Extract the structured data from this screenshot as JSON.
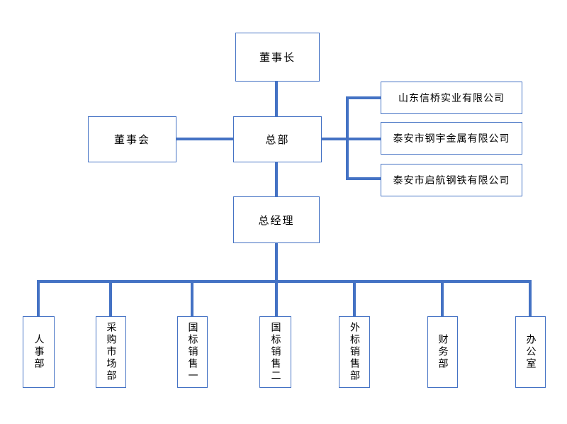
{
  "colors": {
    "accent": "#4472C4",
    "text": "#000000",
    "background": "#FFFFFF"
  },
  "org": {
    "chairman": "董事长",
    "board": "董事会",
    "headquarters": "总部",
    "general_manager": "总经理",
    "companies": [
      "山东信桥实业有限公司",
      "泰安市钢宇金属有限公司",
      "泰安市启航钢铁有限公司"
    ],
    "departments": [
      "人事部",
      "采购市场部",
      "国标销售一",
      "国标销售二",
      "外标销售部",
      "财务部",
      "办公室"
    ]
  }
}
